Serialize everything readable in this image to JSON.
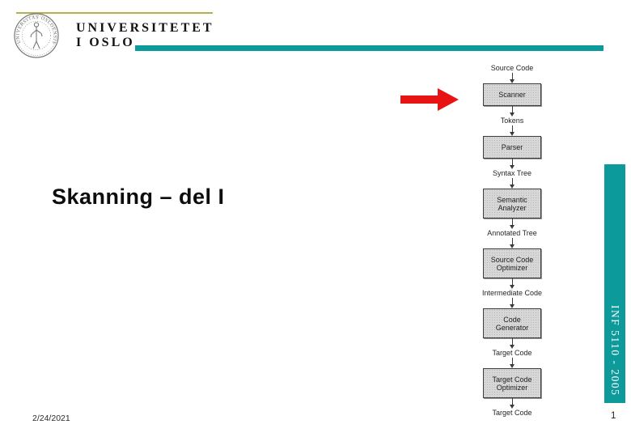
{
  "colors": {
    "teal": "#0d9a9a",
    "olive": "#b2b14a",
    "arrow_red": "#e81414",
    "box_fill": "#d7d7d7",
    "box_border": "#3c3c3c"
  },
  "header": {
    "seal_ring_text": "UNIVERSITAS OSLOENSIS",
    "university_line1": "UNIVERSITETET",
    "university_line2": "I OSLO"
  },
  "slide": {
    "title": "Skanning – del I",
    "date": "2/24/2021",
    "page_number": "1",
    "sidebar_label": "INF 5110 - 2005"
  },
  "diagram": {
    "description": "compiler phases pipeline",
    "steps": [
      {
        "type": "label",
        "text": "Source Code"
      },
      {
        "type": "box",
        "text": "Scanner"
      },
      {
        "type": "label",
        "text": "Tokens"
      },
      {
        "type": "box",
        "text": "Parser"
      },
      {
        "type": "label",
        "text": "Syntax Tree"
      },
      {
        "type": "box",
        "text": "Semantic\nAnalyzer"
      },
      {
        "type": "label",
        "text": "Annotated Tree"
      },
      {
        "type": "box",
        "text": "Source Code\nOptimizer"
      },
      {
        "type": "label",
        "text": "Intermediate Code"
      },
      {
        "type": "box",
        "text": "Code\nGenerator"
      },
      {
        "type": "label",
        "text": "Target Code"
      },
      {
        "type": "box",
        "text": "Target Code\nOptimizer"
      },
      {
        "type": "label",
        "text": "Target Code"
      }
    ]
  }
}
